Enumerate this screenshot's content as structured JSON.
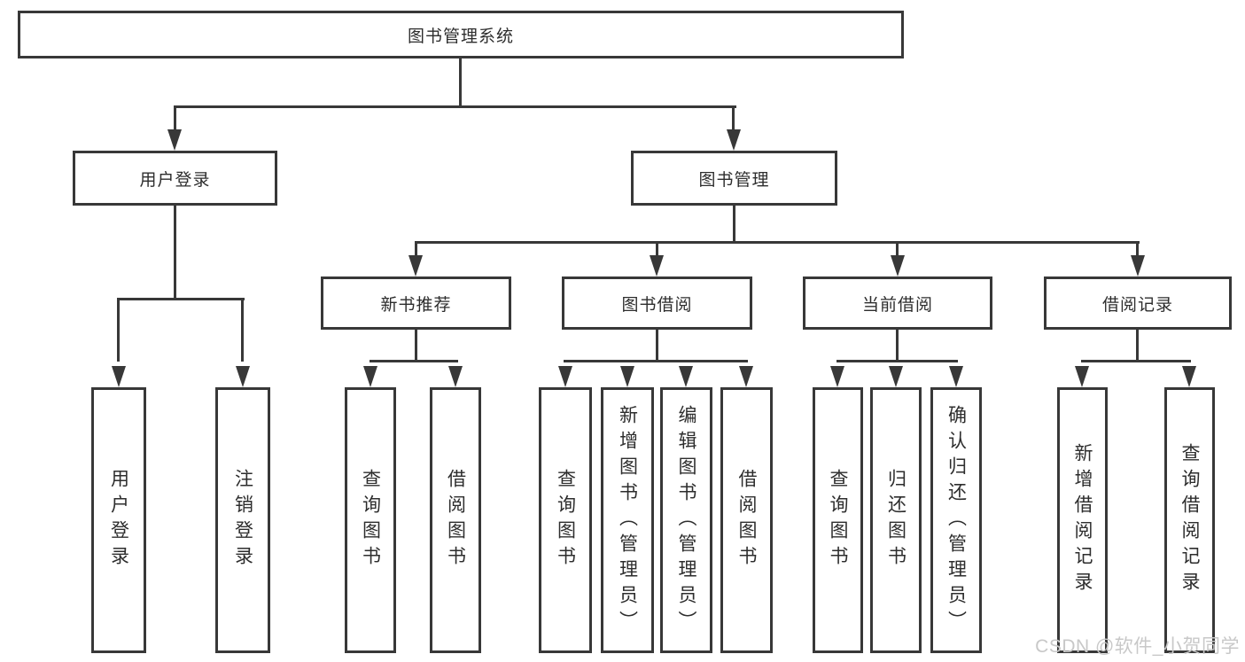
{
  "colors": {
    "line": "#383838",
    "text": "#2d2d2d",
    "background": "#ffffff",
    "watermark": "#c8c8c8"
  },
  "watermark": {
    "text": "CSDN @软件_小贺同学"
  },
  "diagram": {
    "root": {
      "label": "图书管理系统"
    },
    "branches": [
      {
        "label": "用户登录",
        "leaves": [
          {
            "label": "用户登录"
          },
          {
            "label": "注销登录"
          }
        ]
      },
      {
        "label": "图书管理",
        "groups": [
          {
            "label": "新书推荐",
            "leaves": [
              {
                "label": "查询图书"
              },
              {
                "label": "借阅图书"
              }
            ]
          },
          {
            "label": "图书借阅",
            "leaves": [
              {
                "label": "查询图书"
              },
              {
                "label": "新增图书（管理员）"
              },
              {
                "label": "编辑图书（管理员）"
              },
              {
                "label": "借阅图书"
              }
            ]
          },
          {
            "label": "当前借阅",
            "leaves": [
              {
                "label": "查询图书"
              },
              {
                "label": "归还图书"
              },
              {
                "label": "确认归还（管理员）"
              }
            ]
          },
          {
            "label": "借阅记录",
            "leaves": [
              {
                "label": "新增借阅记录"
              },
              {
                "label": "查询借阅记录"
              }
            ]
          }
        ]
      }
    ]
  }
}
